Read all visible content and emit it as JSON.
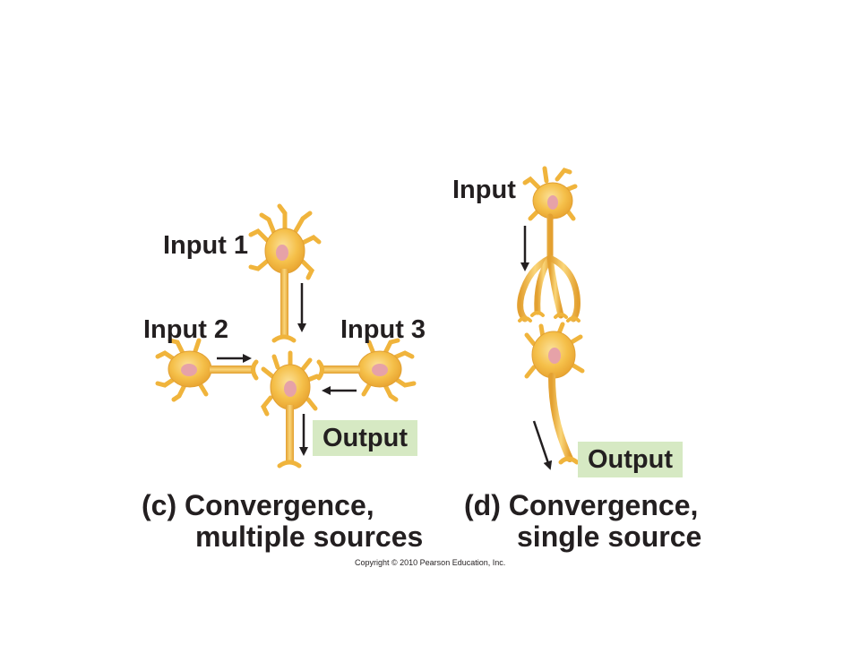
{
  "panel_c": {
    "input1": "Input 1",
    "input2": "Input 2",
    "input3": "Input 3",
    "output": "Output",
    "caption_line1": "(c) Convergence,",
    "caption_line2": "multiple sources"
  },
  "panel_d": {
    "input": "Input",
    "output": "Output",
    "caption_line1": "(d) Convergence,",
    "caption_line2": "single source"
  },
  "copyright": "Copyright © 2010 Pearson Education, Inc.",
  "colors": {
    "neuron_fill": "#f4bb3e",
    "neuron_highlight": "#f9d77a",
    "neuron_outline": "#d9962a",
    "nucleus": "#e6a2a8",
    "output_box": "#d6e9c3",
    "text": "#231f20"
  }
}
